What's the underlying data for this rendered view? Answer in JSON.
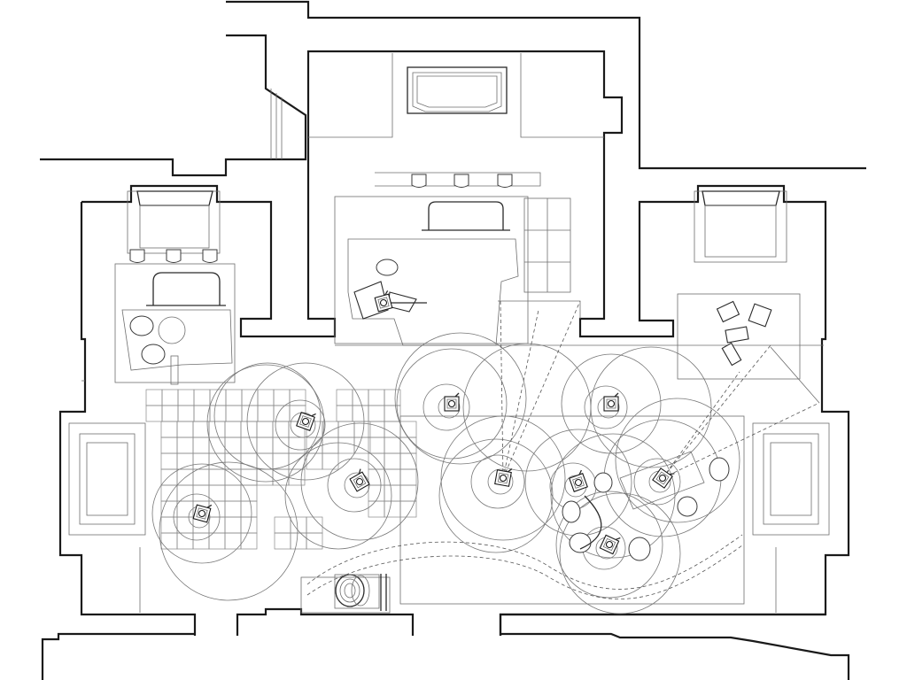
{
  "diagram": {
    "kind": "architectural floor plan",
    "line_color": "#1a1a1a",
    "background": "#ffffff",
    "stations": [
      {
        "id": "station-1",
        "symbol": "camera-icon"
      },
      {
        "id": "station-2",
        "symbol": "camera-icon"
      },
      {
        "id": "station-3",
        "symbol": "camera-icon"
      },
      {
        "id": "station-4",
        "symbol": "camera-icon"
      },
      {
        "id": "station-5",
        "symbol": "camera-icon"
      },
      {
        "id": "station-6",
        "symbol": "camera-icon"
      },
      {
        "id": "station-7",
        "symbol": "camera-icon"
      },
      {
        "id": "station-8",
        "symbol": "camera-icon"
      },
      {
        "id": "station-9",
        "symbol": "camera-icon"
      },
      {
        "id": "station-10",
        "symbol": "camera-icon"
      }
    ]
  }
}
